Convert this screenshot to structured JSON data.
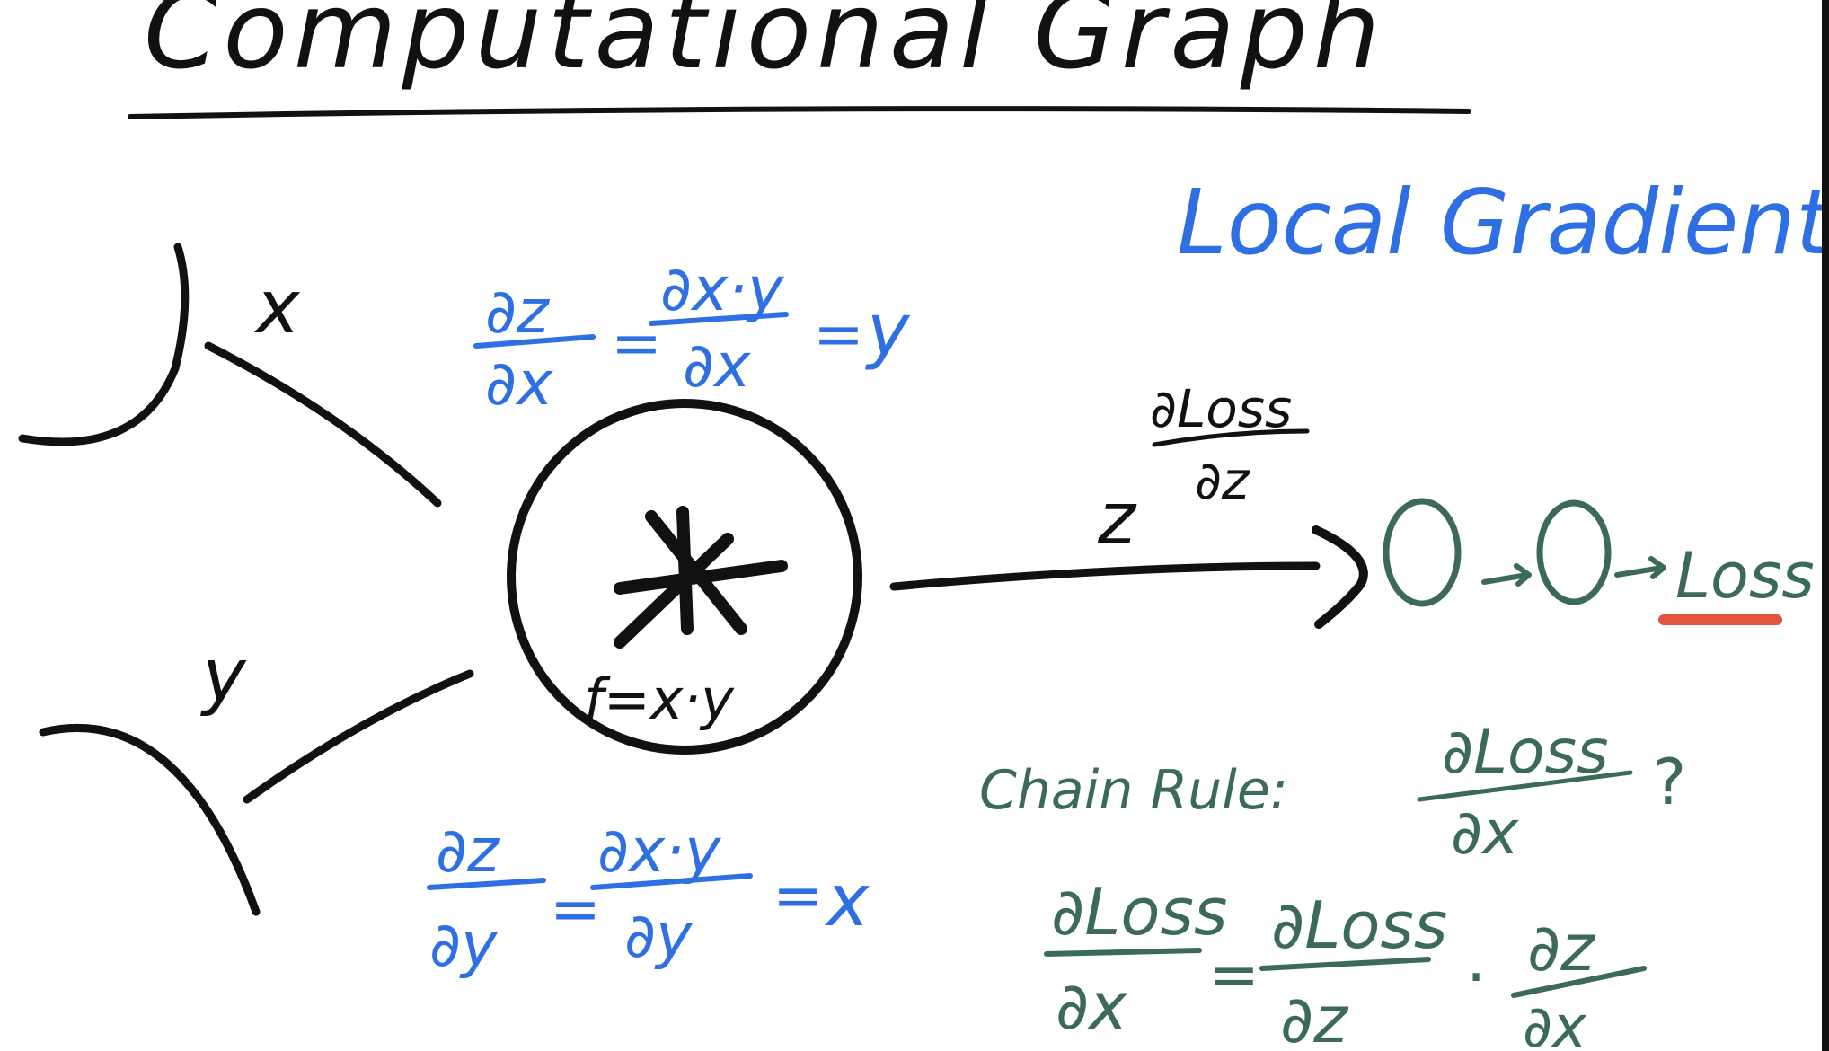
{
  "title": "Computational Graph",
  "local_gradients_label": "Local Gradients",
  "inputs": {
    "x": "x",
    "y": "y"
  },
  "node": {
    "operator": "*",
    "function": "f=x·y"
  },
  "output": {
    "z": "z",
    "loss": "Loss"
  },
  "grad_x": {
    "num": "∂z",
    "den": "∂x",
    "num2": "∂x·y",
    "den2": "∂x",
    "result": "y"
  },
  "grad_y": {
    "num": "∂z",
    "den": "∂y",
    "num2": "∂x·y",
    "den2": "∂y",
    "result": "x"
  },
  "dloss_dz": {
    "num": "∂Loss",
    "den": "∂z"
  },
  "chain_rule": {
    "label": "Chain Rule:",
    "question_num": "∂Loss",
    "question_den": "∂x",
    "question_mark": "?",
    "lhs_num": "∂Loss",
    "lhs_den": "∂x",
    "mid_num": "∂Loss",
    "mid_den": "∂z",
    "rhs_num": "∂z",
    "rhs_den": "∂x",
    "equals": "=",
    "dot": "·"
  },
  "colors": {
    "black": "#111111",
    "blue": "#2f6fe4",
    "green": "#3b6b56",
    "red": "#e0563f"
  }
}
